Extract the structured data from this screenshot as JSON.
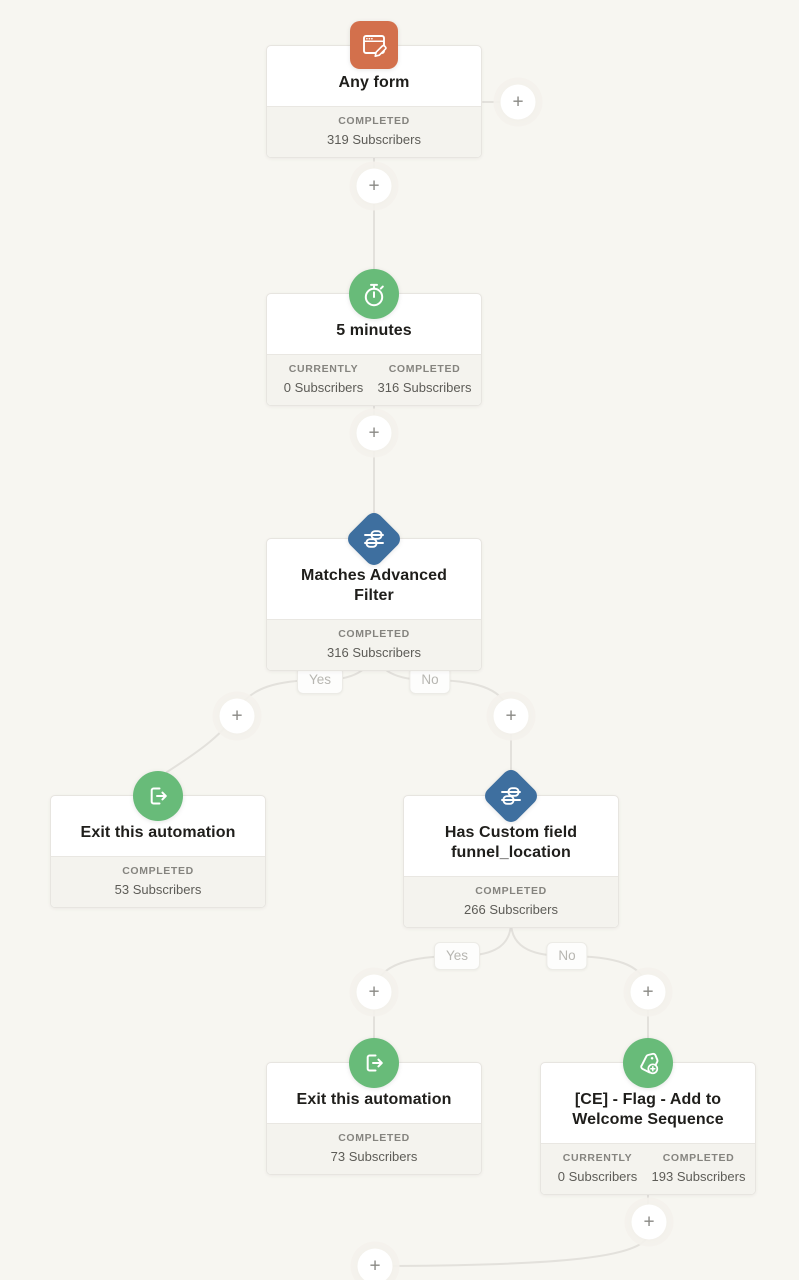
{
  "ui": {
    "plus_label": "+",
    "yes_label": "Yes",
    "no_label": "No"
  },
  "colors": {
    "canvas_bg": "#f7f6f1",
    "card_bg": "#ffffff",
    "card_footer_bg": "#f4f3ee",
    "connector": "#e3e1dc",
    "trigger_orange": "#d3704c",
    "action_green": "#68bb79",
    "condition_blue": "#3e6f9f"
  },
  "icons": {
    "form-icon": "window-with-pencil",
    "timer-icon": "stopwatch",
    "condition-icon": "filter-sliders-diamond",
    "exit-icon": "door-arrow-right",
    "tag-add-icon": "tag-with-plus"
  },
  "nodes": [
    {
      "id": "any-form",
      "kind": "trigger",
      "icon": "form-icon",
      "title": "Any form",
      "stats": [
        {
          "label": "COMPLETED",
          "value": "319 Subscribers"
        }
      ]
    },
    {
      "id": "delay-5-minutes",
      "kind": "delay",
      "icon": "timer-icon",
      "title": "5 minutes",
      "stats": [
        {
          "label": "CURRENTLY",
          "value": "0 Subscribers"
        },
        {
          "label": "COMPLETED",
          "value": "316 Subscribers"
        }
      ]
    },
    {
      "id": "condition-advanced-filter",
      "kind": "condition",
      "icon": "condition-icon",
      "title": "Matches Advanced Filter",
      "stats": [
        {
          "label": "COMPLETED",
          "value": "316 Subscribers"
        }
      ]
    },
    {
      "id": "exit-automation-1",
      "kind": "exit",
      "icon": "exit-icon",
      "title": "Exit this automation",
      "stats": [
        {
          "label": "COMPLETED",
          "value": "53 Subscribers"
        }
      ]
    },
    {
      "id": "condition-custom-field",
      "kind": "condition",
      "icon": "condition-icon",
      "title": "Has Custom field funnel_location",
      "stats": [
        {
          "label": "COMPLETED",
          "value": "266 Subscribers"
        }
      ]
    },
    {
      "id": "exit-automation-2",
      "kind": "exit",
      "icon": "exit-icon",
      "title": "Exit this automation",
      "stats": [
        {
          "label": "COMPLETED",
          "value": "73 Subscribers"
        }
      ]
    },
    {
      "id": "tag-welcome-sequence",
      "kind": "action",
      "icon": "tag-add-icon",
      "title": "[CE] - Flag - Add to Welcome Sequence",
      "stats": [
        {
          "label": "CURRENTLY",
          "value": "0 Subscribers"
        },
        {
          "label": "COMPLETED",
          "value": "193 Subscribers"
        }
      ]
    }
  ]
}
